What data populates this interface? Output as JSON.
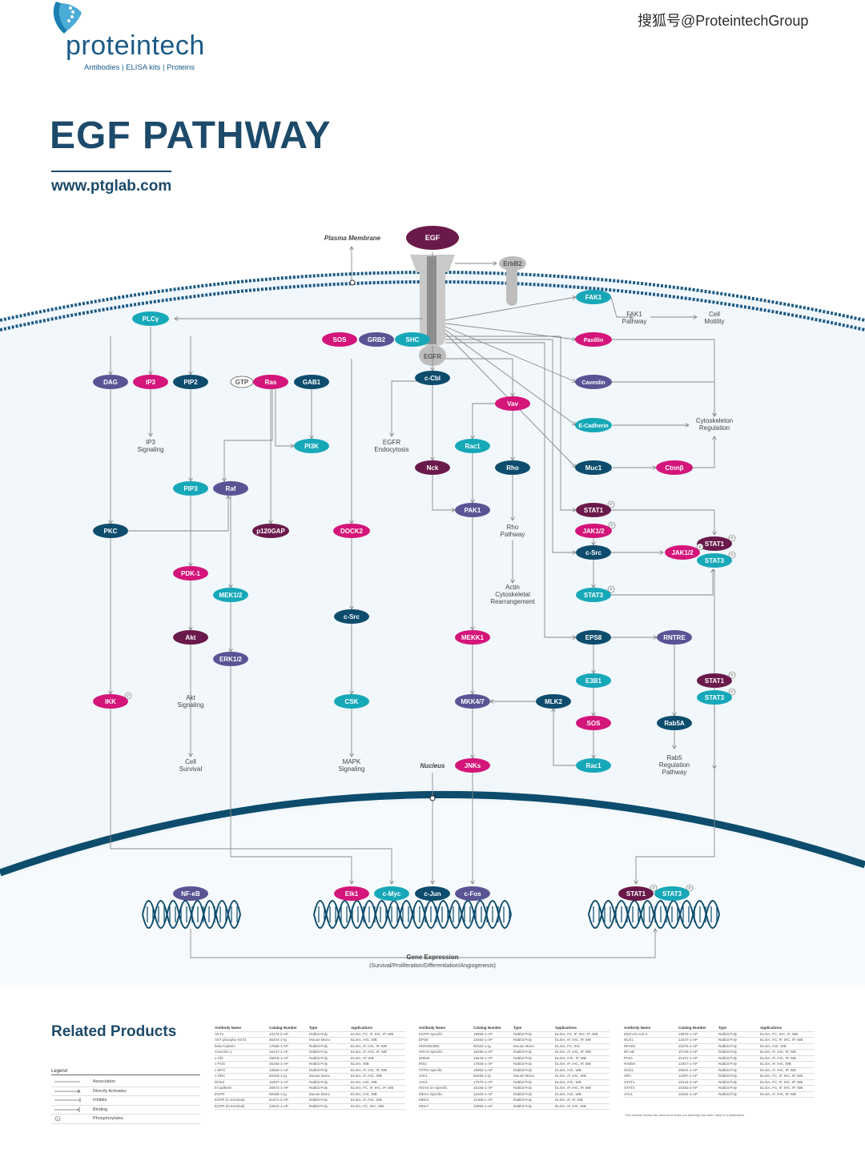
{
  "header": {
    "brand_name": "proteintech",
    "brand_sub": "Antibodies  |  ELISA kits  |  Proteins",
    "watermark_top": "搜狐号@ProteintechGroup",
    "title": "EGF PATHWAY",
    "url": "www.ptglab.com"
  },
  "colors": {
    "pink": "#d4157a",
    "teal": "#17a8b8",
    "navy": "#0d4c6c",
    "purple": "#5a5394",
    "maroon": "#6a1a4a",
    "membrane": "#1d5a84",
    "bg": "#f1f7fb"
  },
  "diagram": {
    "labels": {
      "plasma_membrane": "Plasma Membrane",
      "nucleus": "Nucleus",
      "fak1_pathway": "FAK1\nPathway",
      "cell_motility": "Cell\nMotility",
      "cytoskeleton": "Cytoskeleton\nRegulation",
      "ip3_signaling": "IP3\nSignaling",
      "egfr_endocytosis": "EGFR\nEndocytosis",
      "rho_pathway": "Rho\nPathway",
      "actin": "Actin\nCytoskeletal\nRearrangement",
      "akt_signaling": "Akt\nSignaling",
      "cell_survival": "Cell\nSurvival",
      "mapk_signaling": "MAPK\nSignaling",
      "rab5_pathway": "Rab5\nRegulation\nPathway",
      "gene_expression": "Gene Expression",
      "gene_expression_sub": "(Survival/Proliferation/Differentiation/Angiogenesis)"
    },
    "nodes": [
      {
        "id": "EGF",
        "label": "EGF",
        "color": "maroon"
      },
      {
        "id": "ErbB2",
        "label": "ErbB2",
        "color": "gray"
      },
      {
        "id": "EGFR",
        "label": "EGFR",
        "color": "gray"
      },
      {
        "id": "PLCy",
        "label": "PLCγ",
        "color": "teal"
      },
      {
        "id": "SOS1",
        "label": "SOS",
        "color": "pink"
      },
      {
        "id": "GRB2",
        "label": "GRB2",
        "color": "purple"
      },
      {
        "id": "SHC",
        "label": "SHC",
        "color": "teal"
      },
      {
        "id": "FAK1",
        "label": "FAK1",
        "color": "teal"
      },
      {
        "id": "Paxillin",
        "label": "Paxillin",
        "color": "pink"
      },
      {
        "id": "Caveolin",
        "label": "Caveolin",
        "color": "purple"
      },
      {
        "id": "ECadherin",
        "label": "E-Cadherin",
        "color": "teal"
      },
      {
        "id": "Muc1",
        "label": "Muc1",
        "color": "navy"
      },
      {
        "id": "Ctnnb",
        "label": "Ctnnβ",
        "color": "pink"
      },
      {
        "id": "DAG",
        "label": "DAG",
        "color": "purple"
      },
      {
        "id": "IP3",
        "label": "IP3",
        "color": "pink"
      },
      {
        "id": "PIP2",
        "label": "PIP2",
        "color": "navy"
      },
      {
        "id": "GTP",
        "label": "GTP",
        "color": "white"
      },
      {
        "id": "Ras",
        "label": "Ras",
        "color": "pink"
      },
      {
        "id": "GAB1",
        "label": "GAB1",
        "color": "navy"
      },
      {
        "id": "cCbl",
        "label": "c-Cbl",
        "color": "navy"
      },
      {
        "id": "Vav",
        "label": "Vav",
        "color": "pink"
      },
      {
        "id": "PI3K",
        "label": "PI3K",
        "color": "teal"
      },
      {
        "id": "Rac1a",
        "label": "Rac1",
        "color": "teal"
      },
      {
        "id": "Nck",
        "label": "Nck",
        "color": "maroon"
      },
      {
        "id": "Rho",
        "label": "Rho",
        "color": "navy"
      },
      {
        "id": "PIP3",
        "label": "PIP3",
        "color": "teal"
      },
      {
        "id": "Raf",
        "label": "Raf",
        "color": "purple"
      },
      {
        "id": "PAK1",
        "label": "PAK1",
        "color": "purple"
      },
      {
        "id": "STAT1a",
        "label": "STAT1",
        "color": "maroon"
      },
      {
        "id": "JAK12a",
        "label": "JAK1/2",
        "color": "pink"
      },
      {
        "id": "cSrcR",
        "label": "c-Src",
        "color": "navy"
      },
      {
        "id": "STAT1b",
        "label": "STAT1",
        "color": "maroon"
      },
      {
        "id": "STAT3b",
        "label": "STAT3",
        "color": "teal"
      },
      {
        "id": "JAK12b",
        "label": "JAK1/2",
        "color": "pink"
      },
      {
        "id": "PKC",
        "label": "PKC",
        "color": "navy"
      },
      {
        "id": "p120GAP",
        "label": "p120GAP",
        "color": "maroon"
      },
      {
        "id": "DOCK2",
        "label": "DOCK2",
        "color": "pink"
      },
      {
        "id": "PDK1",
        "label": "PDK-1",
        "color": "pink"
      },
      {
        "id": "MEK12",
        "label": "MEK1/2",
        "color": "teal"
      },
      {
        "id": "STAT3a",
        "label": "STAT3",
        "color": "teal"
      },
      {
        "id": "cSrcM",
        "label": "c-Src",
        "color": "navy"
      },
      {
        "id": "Akt",
        "label": "Akt",
        "color": "maroon"
      },
      {
        "id": "MEKK1",
        "label": "MEKK1",
        "color": "pink"
      },
      {
        "id": "EPS8",
        "label": "EPS8",
        "color": "navy"
      },
      {
        "id": "RNTRE",
        "label": "RNTRE",
        "color": "purple"
      },
      {
        "id": "ERK12",
        "label": "ERK1/2",
        "color": "purple"
      },
      {
        "id": "E3B1",
        "label": "E3B1",
        "color": "teal"
      },
      {
        "id": "STAT1c",
        "label": "STAT1",
        "color": "maroon"
      },
      {
        "id": "STAT3c",
        "label": "STAT3",
        "color": "teal"
      },
      {
        "id": "IKK",
        "label": "IKK",
        "color": "pink"
      },
      {
        "id": "CSK",
        "label": "CSK",
        "color": "teal"
      },
      {
        "id": "MKK47",
        "label": "MKK4/7",
        "color": "purple"
      },
      {
        "id": "MLK2",
        "label": "MLK2",
        "color": "navy"
      },
      {
        "id": "SOS2",
        "label": "SOS",
        "color": "pink"
      },
      {
        "id": "Rab5A",
        "label": "Rab5A",
        "color": "navy"
      },
      {
        "id": "JNKs",
        "label": "JNKs",
        "color": "pink"
      },
      {
        "id": "Rac1b",
        "label": "Rac1",
        "color": "teal"
      },
      {
        "id": "NFkB",
        "label": "NF-κB",
        "color": "purple"
      },
      {
        "id": "Elk1",
        "label": "Elk1",
        "color": "pink"
      },
      {
        "id": "cMyc",
        "label": "c-Myc",
        "color": "teal"
      },
      {
        "id": "cJun",
        "label": "c-Jun",
        "color": "navy"
      },
      {
        "id": "cFos",
        "label": "c-Fos",
        "color": "purple"
      },
      {
        "id": "STAT1d",
        "label": "STAT1",
        "color": "maroon"
      },
      {
        "id": "STAT3d",
        "label": "STAT3",
        "color": "teal"
      }
    ]
  },
  "related": {
    "title": "Related Products",
    "legend_header": "Legend",
    "legend": [
      "Association",
      "Directly Activates",
      "Inhibits",
      "Binding",
      "Phosphorylates"
    ],
    "table_headers": [
      "Antibody Name",
      "Catalog Number",
      "Type",
      "Applications"
    ],
    "tables": [
      [
        [
          "AKT1",
          "10176-2-AP",
          "Rabbit Poly",
          "ELISA, FC, IF, IHC, IP, WB"
        ],
        [
          "AKT phospho-S473",
          "66444-1-Ig",
          "Mouse Mono",
          "ELISA, IHC, WB"
        ],
        [
          "beta-Catenin",
          "17565-1-AP",
          "Rabbit Poly",
          "ELISA, IF, IHC, IP, WB"
        ],
        [
          "Caveolin-1",
          "16447-1-AP",
          "Rabbit Poly",
          "ELISA, IF, IHC, IP, WB"
        ],
        [
          "c-Cbl",
          "25818-1-AP",
          "Rabbit Poly",
          "ELISA, IP, WB"
        ],
        [
          "c-FOS",
          "26192-1-AP",
          "Rabbit Poly",
          "ELISA, WB"
        ],
        [
          "c-MYC",
          "10828-1-AP",
          "Rabbit Poly",
          "ELISA, IF, IHC, IP, WB"
        ],
        [
          "c-SRC",
          "60315-1-Ig",
          "Mouse Mono",
          "ELISA, IF, IHC, WB"
        ],
        [
          "DOK2",
          "16487-1-AP",
          "Rabbit Poly",
          "ELISA, IHC, WB"
        ],
        [
          "E-cadherin",
          "20874-1-AP",
          "Rabbit Poly",
          "ELISA, FC, IF, IHC, IP, WB"
        ],
        [
          "EGFR",
          "66455-1-Ig",
          "Mouse Mono",
          "ELISA, IHC, WB"
        ],
        [
          "EGFR (C-terminal)",
          "51071-2-AP",
          "Rabbit Poly",
          "ELISA, IF, IHC, WB"
        ],
        [
          "EGFR (N-terminal)",
          "22542-1-AP",
          "Rabbit Poly",
          "ELISA, FC, IHC, WB"
        ]
      ],
      [
        [
          "EGFR-Specific",
          "18986-1-AP",
          "Rabbit Poly",
          "ELISA, FC, IF, IHC, IP, WB"
        ],
        [
          "EPS8",
          "13483-1-AP",
          "Rabbit Poly",
          "ELISA, IF, IHC, IP, WB"
        ],
        [
          "HER2/ErbB2",
          "60322-1-Ig",
          "Mouse Mono",
          "ELISA, FC, IHC"
        ],
        [
          "HRAS-Specific",
          "18295-1-AP",
          "Rabbit Poly",
          "ELISA, IF, IHC, IP, WB"
        ],
        [
          "IKBKB",
          "15649-1-AP",
          "Rabbit Poly",
          "ELISA, IHC, IP, WB"
        ],
        [
          "IRS1",
          "17509-1-AP",
          "Rabbit Poly",
          "ELISA, IF, IHC, IP, WB"
        ],
        [
          "ITPR1-specific",
          "19962-1-AP",
          "Rabbit Poly",
          "ELISA, IHC, WB"
        ],
        [
          "JAK1",
          "66466-1-Ig",
          "Mouse Mono",
          "ELISA, IF, IHC, WB"
        ],
        [
          "JAK2",
          "17670-1-AP",
          "Rabbit Poly",
          "ELISA, IHC, WB"
        ],
        [
          "KRAS-2A-specific",
          "16155-1-AP",
          "Rabbit Poly",
          "ELISA, IF, IHC, IP, WB"
        ],
        [
          "MEK1-Specific",
          "11049-1-AP",
          "Rabbit Poly",
          "ELISA, IHC, WB"
        ],
        [
          "MEK2",
          "11469-1-AP",
          "Rabbit Poly",
          "ELISA, IF, IP, WB"
        ],
        [
          "MKK7",
          "10959-1-AP",
          "Rabbit Poly",
          "ELISA, IF, IHC, WB"
        ]
      ],
      [
        [
          "MUC1/CA15-3",
          "19976-1-AP",
          "Rabbit Poly",
          "ELISA, FC, IHC, IF, WB"
        ],
        [
          "NCK1",
          "13347-1-AP",
          "Rabbit Poly",
          "ELISA, FC, IF, IHC, IP, WB"
        ],
        [
          "NFKB1",
          "21576-1-AP",
          "Rabbit Poly",
          "ELISA, IHC, WB"
        ],
        [
          "NF-κB",
          "10745-1-AP",
          "Rabbit Poly",
          "ELISA, IF, IHC, IP, WB"
        ],
        [
          "PAK1",
          "21401-1-AP",
          "Rabbit Poly",
          "ELISA, IF, IHC, IP, WB"
        ],
        [
          "RAB5A",
          "11947-1-AP",
          "Rabbit Poly",
          "ELISA, IF, IHC, WB"
        ],
        [
          "SOS1",
          "20941-1-AP",
          "Rabbit Poly",
          "ELISA, IF, IHC, IP, WB"
        ],
        [
          "SRC",
          "11097-1-AP",
          "Rabbit Poly",
          "ELISA, FC, IF, IHC, IP, WB"
        ],
        [
          "STAT1",
          "10144-2-AP",
          "Rabbit Poly",
          "ELISA, FC, IF, IHC, IP, WB"
        ],
        [
          "STAT3",
          "10253-2-AP",
          "Rabbit Poly",
          "ELISA, FC, IF, IHC, IP, WB"
        ],
        [
          "VAV1",
          "10264-1-AP",
          "Rabbit Poly",
          "ELISA, IF, IHC, IP, WB"
        ]
      ]
    ],
    "footnote": "This number shows the amount of times our antibody has been cited in a publication."
  }
}
